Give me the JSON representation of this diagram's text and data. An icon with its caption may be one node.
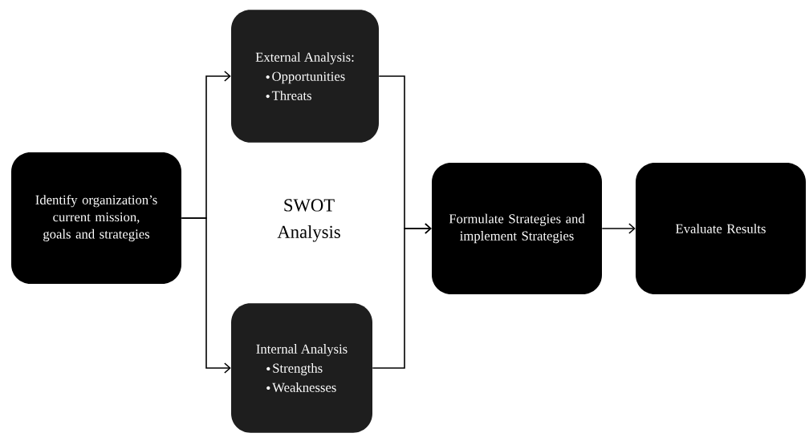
{
  "diagram": {
    "nodes": [
      {
        "text": [
          "Identify organization’s current mission, goals and strategies"
        ]
      },
      {
        "text": [
          "External Analysis:",
          "Opportunities",
          "Threats"
        ]
      },
      {
        "text": [
          "Internal Analysis",
          "Strengths",
          "Weaknesses"
        ]
      },
      {
        "text": [
          "Formulate Strategies and implement Strategies"
        ]
      },
      {
        "text": [
          "Evaluate Results"
        ]
      }
    ],
    "edges": [
      {
        "from": 0,
        "to": 1,
        "arrow": "to"
      },
      {
        "from": 0,
        "to": 2,
        "arrow": "to"
      },
      {
        "from": 1,
        "to": 3,
        "arrow": "to"
      },
      {
        "from": 2,
        "to": 3,
        "arrow": "to"
      },
      {
        "from": 3,
        "to": 4,
        "arrow": "to"
      }
    ],
    "labels": [
      "SWOT Analysis"
    ]
  }
}
